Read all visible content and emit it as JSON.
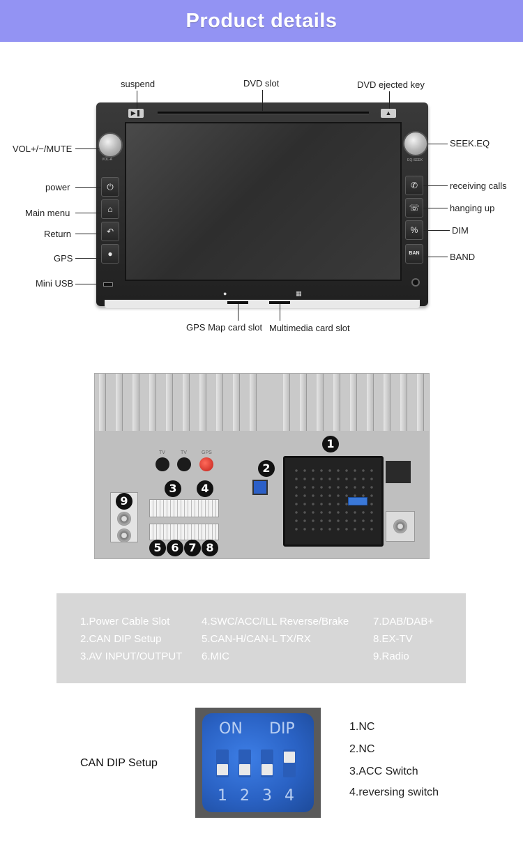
{
  "banner": {
    "title": "Product details"
  },
  "front_panel": {
    "callouts": {
      "suspend": "suspend",
      "dvd_slot": "DVD slot",
      "dvd_eject": "DVD ejected key",
      "vol": "VOL+/−/MUTE",
      "seek": "SEEK.EQ",
      "power": "power",
      "main_menu": "Main menu",
      "return": "Return",
      "gps": "GPS",
      "mini_usb": "Mini USB",
      "receiving_calls": "receiving calls",
      "hanging_up": "hanging up",
      "dim": "DIM",
      "band": "BAND",
      "gps_card": "GPS Map card slot",
      "media_card": "Multimedia card slot"
    },
    "knob_labels": {
      "left": "VOL-A",
      "right": "EQ-SEEK"
    },
    "band_button": "BAN"
  },
  "rear_panel": {
    "badges": [
      "1",
      "2",
      "3",
      "4",
      "5",
      "6",
      "7",
      "8",
      "9"
    ],
    "socket_labels": [
      "TV",
      "TV",
      "GPS"
    ]
  },
  "legend": {
    "items": [
      "1.Power Cable Slot",
      "2.CAN DIP Setup",
      "3.AV INPUT/OUTPUT",
      "4.SWC/ACC/ILL Reverse/Brake",
      "5.CAN-H/CAN-L TX/RX",
      "6.MIC",
      "7.DAB/DAB+",
      "8.EX-TV",
      "9.Radio"
    ]
  },
  "can_dip": {
    "title": "CAN DIP Setup",
    "photo_labels": {
      "on": "ON",
      "dip": "DIP",
      "numbers": [
        "1",
        "2",
        "3",
        "4"
      ]
    },
    "items": [
      "1.NC",
      "2.NC",
      "3.ACC Switch",
      "4.reversing switch"
    ]
  }
}
